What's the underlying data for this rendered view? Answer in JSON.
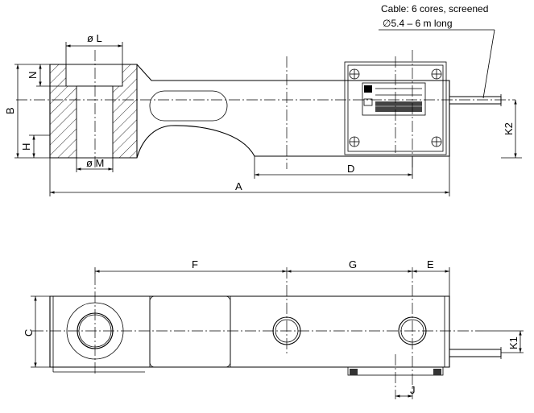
{
  "cable_note": {
    "line1": "Cable: 6 cores, screened",
    "line2": "∅5.4 – 6 m long"
  },
  "dimensions": {
    "L": "ø L",
    "M": "ø M",
    "N": "N",
    "B": "B",
    "H": "H",
    "A": "A",
    "D": "D",
    "K2": "K2",
    "F": "F",
    "G": "G",
    "E": "E",
    "C": "C",
    "K1": "K1",
    "J": "J"
  },
  "colors": {
    "line": "#000000",
    "background": "#ffffff"
  }
}
